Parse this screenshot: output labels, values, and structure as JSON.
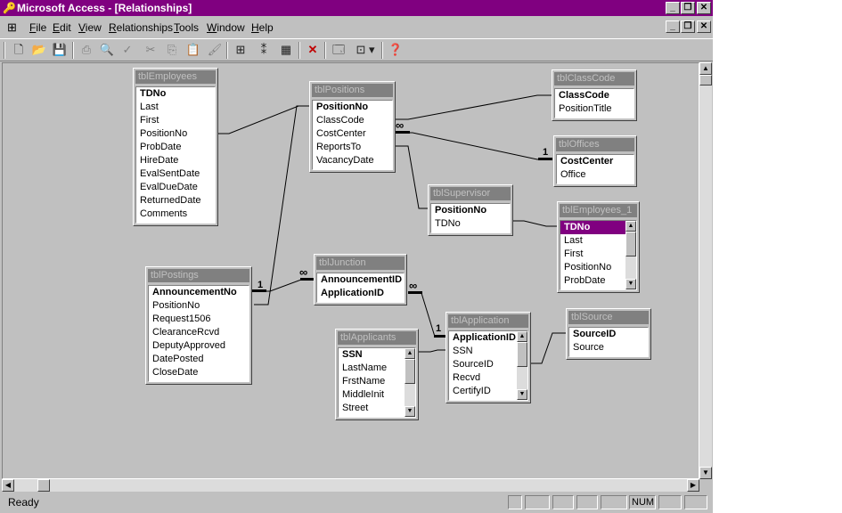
{
  "window": {
    "title": "Microsoft Access - [Relationships]"
  },
  "menu": [
    "File",
    "Edit",
    "View",
    "Relationships",
    "Tools",
    "Window",
    "Help"
  ],
  "status": {
    "text": "Ready",
    "num": "NUM"
  },
  "tables": {
    "employees": {
      "title": "tblEmployees",
      "fields": [
        "TDNo",
        "Last",
        "First",
        "PositionNo",
        "ProbDate",
        "HireDate",
        "EvalSentDate",
        "EvalDueDate",
        "ReturnedDate",
        "Comments"
      ]
    },
    "positions": {
      "title": "tblPositions",
      "fields": [
        "PositionNo",
        "ClassCode",
        "CostCenter",
        "ReportsTo",
        "VacancyDate"
      ]
    },
    "classcode": {
      "title": "tblClassCode",
      "fields": [
        "ClassCode",
        "PositionTitle"
      ]
    },
    "offices": {
      "title": "tblOffices",
      "fields": [
        "CostCenter",
        "Office"
      ]
    },
    "supervisor": {
      "title": "tblSupervisor",
      "fields": [
        "PositionNo",
        "TDNo"
      ]
    },
    "employees1": {
      "title": "tblEmployees_1",
      "fields": [
        "TDNo",
        "Last",
        "First",
        "PositionNo",
        "ProbDate"
      ]
    },
    "postings": {
      "title": "tblPostings",
      "fields": [
        "AnnouncementNo",
        "PositionNo",
        "Request1506",
        "ClearanceRcvd",
        "DeputyApproved",
        "DatePosted",
        "CloseDate"
      ]
    },
    "junction": {
      "title": "tblJunction",
      "fields": [
        "AnnouncementID",
        "ApplicationID"
      ]
    },
    "applicants": {
      "title": "tblApplicants",
      "fields": [
        "SSN",
        "LastName",
        "FrstName",
        "MiddleInit",
        "Street"
      ]
    },
    "application": {
      "title": "tblApplication",
      "fields": [
        "ApplicationID",
        "SSN",
        "SourceID",
        "Recvd",
        "CertifyID"
      ]
    },
    "source": {
      "title": "tblSource",
      "fields": [
        "SourceID",
        "Source"
      ]
    }
  },
  "cardinality": {
    "one": "1",
    "many": "∞"
  }
}
